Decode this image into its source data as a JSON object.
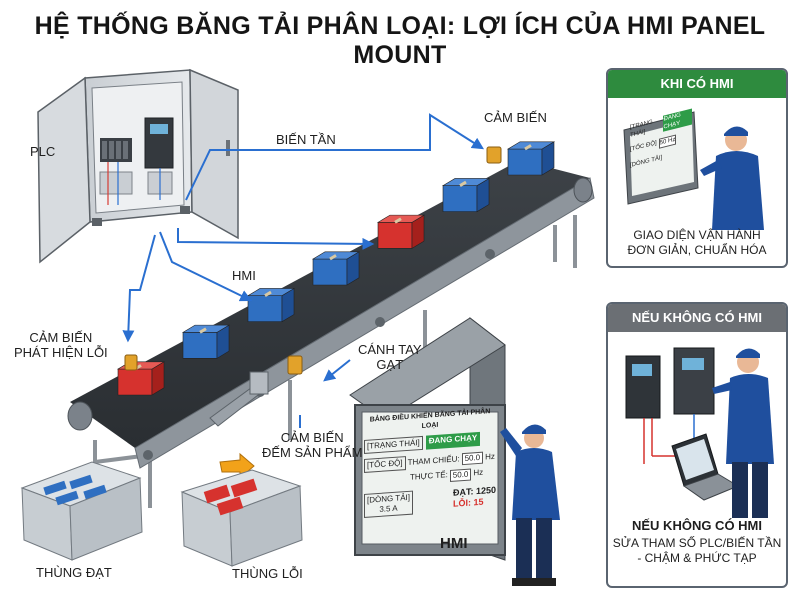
{
  "title": "HỆ THỐNG BĂNG TẢI PHÂN LOẠI: LỢI ÍCH CỦA HMI PANEL MOUNT",
  "colors": {
    "green_header": "#2e8b3e",
    "gray_header": "#6b6f74",
    "box_blue": "#2f6fc1",
    "box_red": "#d6322e",
    "wire_blue": "#2a6fd0",
    "arrow_orange": "#f2a21a",
    "sensor_yellow": "#e2a22a",
    "hmi_green": "#2e9c48",
    "hmi_screen_bg": "#dff0e4"
  },
  "labels": {
    "plc": "PLC",
    "vfd": "BIẾN TẦN",
    "sensor_top": "CẢM BIẾN",
    "hmi_wire": "HMI",
    "sensor_error_line1": "CẢM BIẾN",
    "sensor_error_line2": "PHÁT HIỆN LỖI",
    "arm_line1": "CÁNH TAY",
    "arm_line2": "GẠT",
    "counter_line1": "CẢM BIẾN",
    "counter_line2": "ĐẾM SẢN PHẨM",
    "bin_ok": "THÙNG ĐẠT",
    "bin_reject": "THÙNG LỖI",
    "hmi_main": "HMI"
  },
  "hmi_screen": {
    "title": "BẢNG ĐIỀU KHIỂN BĂNG TẢI PHÂN LOẠI",
    "status_label": "[TRẠNG THÁI]",
    "status_value": "ĐANG CHẠY",
    "speed_label": "[TỐC ĐỘ]",
    "ref_label": "THAM CHIẾU:",
    "ref_value": "50.0",
    "ref_unit": "Hz",
    "actual_label": "THỰC TẾ:",
    "actual_value": "50.0",
    "actual_unit": "Hz",
    "load_label": "[DÒNG TẢI]",
    "load_value": "3.5 A",
    "ok_label": "ĐẠT:",
    "ok_value": "1250",
    "err_label": "LỖI:",
    "err_value": "15"
  },
  "panel_with_hmi": {
    "header": "KHI CÓ HMI",
    "caption_line1": "GIAO DIỆN VẬN HÀNH",
    "caption_line2": "ĐƠN GIẢN, CHUẨN HÓA",
    "mini_screen": {
      "status_label": "[TRẠNG THÁI]",
      "status_value": "ĐANG CHẠY",
      "speed_label": "[TỐC ĐỘ]",
      "speed_value": "50 Hz",
      "load_label": "[DÒNG TẢI]"
    }
  },
  "panel_without_hmi": {
    "header": "NẾU KHÔNG CÓ HMI",
    "caption_title": "NẾU KHÔNG CÓ HMI",
    "caption_line1": "SỬA THAM SỐ PLC/BIẾN TẦN",
    "caption_line2": "- CHẬM & PHỨC TẠP"
  },
  "conveyor_boxes": [
    "red",
    "blue",
    "blue",
    "blue",
    "red",
    "blue",
    "blue"
  ],
  "icons": [
    "plc-cabinet-icon",
    "vfd-drive-icon",
    "sensor-icon",
    "conveyor-icon",
    "box-icon",
    "bin-icon",
    "operator-icon",
    "hmi-panel-icon",
    "laptop-icon",
    "pusher-arm-icon"
  ]
}
